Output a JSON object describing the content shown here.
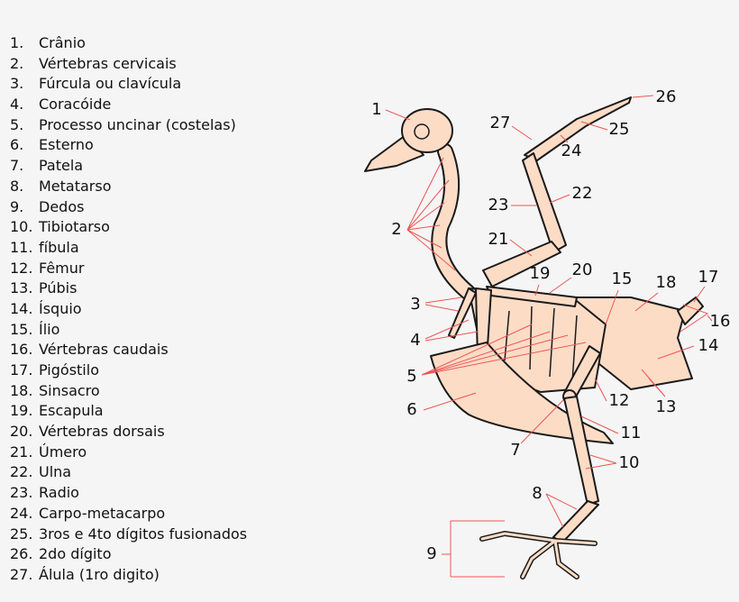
{
  "legend": [
    {
      "num": "1.",
      "label": "Crânio"
    },
    {
      "num": "2.",
      "label": "Vértebras cervicais"
    },
    {
      "num": "3.",
      "label": "Fúrcula ou clavícula"
    },
    {
      "num": "4.",
      "label": "Coracóide"
    },
    {
      "num": "5.",
      "label": "Processo uncinar (costelas)"
    },
    {
      "num": "6.",
      "label": "Esterno"
    },
    {
      "num": "7.",
      "label": "Patela"
    },
    {
      "num": "8.",
      "label": "Metatarso"
    },
    {
      "num": "9.",
      "label": "Dedos"
    },
    {
      "num": "10.",
      "label": "Tibiotarso"
    },
    {
      "num": "11.",
      "label": "fíbula"
    },
    {
      "num": "12.",
      "label": "Fêmur"
    },
    {
      "num": "13.",
      "label": "Púbis"
    },
    {
      "num": "14.",
      "label": "Ísquio"
    },
    {
      "num": "15.",
      "label": "Ílio"
    },
    {
      "num": "16.",
      "label": "Vértebras caudais"
    },
    {
      "num": "17.",
      "label": "Pigóstilo"
    },
    {
      "num": "18.",
      "label": "Sinsacro"
    },
    {
      "num": "19.",
      "label": "Escapula"
    },
    {
      "num": "20.",
      "label": "Vértebras dorsais"
    },
    {
      "num": "21.",
      "label": "Úmero"
    },
    {
      "num": "22.",
      "label": "Ulna"
    },
    {
      "num": "23.",
      "label": "Radio"
    },
    {
      "num": "24.",
      "label": "Carpo-metacarpo"
    },
    {
      "num": "25.",
      "label": "3ros e 4to dígitos fusionados"
    },
    {
      "num": "26.",
      "label": "2do dígito"
    },
    {
      "num": "27.",
      "label": "Álula (1ro digito)"
    }
  ],
  "diagram_labels": [
    "1",
    "2",
    "3",
    "4",
    "5",
    "6",
    "7",
    "8",
    "9",
    "10",
    "11",
    "12",
    "13",
    "14",
    "15",
    "16",
    "17",
    "18",
    "19",
    "20",
    "21",
    "22",
    "23",
    "24",
    "25",
    "26",
    "27"
  ],
  "colors": {
    "bone": "#fddcc6",
    "leader_line": "#ee5555",
    "background": "#f5f5f5"
  }
}
